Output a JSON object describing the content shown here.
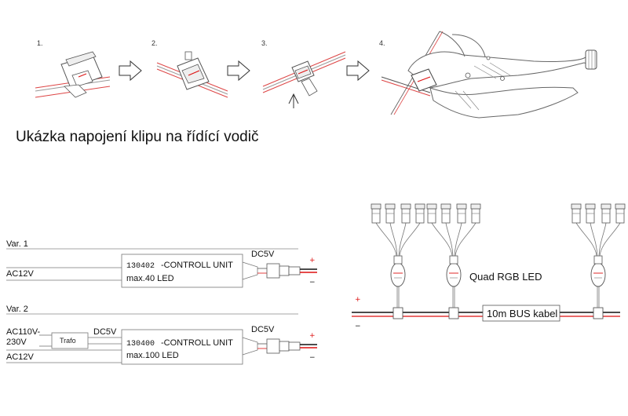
{
  "steps": {
    "s1": "1.",
    "s2": "2.",
    "s3": "3.",
    "s4": "4."
  },
  "headline": "Ukázka napojení klipu na řídící vodič",
  "var1": {
    "title": "Var. 1",
    "input": "AC12V",
    "code": "130402",
    "name": "-CONTROLL UNIT",
    "spec": "max.40 LED",
    "output": "DC5V"
  },
  "var2": {
    "title": "Var. 2",
    "input_line1": "AC110V-",
    "input_line2": "230V",
    "trafo": "Trafo",
    "trafo_out": "DC5V",
    "input_b": "AC12V",
    "code": "130400",
    "name": "-CONTROLL UNIT",
    "spec": "max.100 LED",
    "output": "DC5V"
  },
  "bus": {
    "quad_label": "Quad RGB LED",
    "cable_label": "10m BUS kabel"
  },
  "signs": {
    "plus": "+",
    "minus": "−"
  },
  "colors": {
    "wire_red": "#d11",
    "wire_black": "#111",
    "outline": "#777"
  }
}
